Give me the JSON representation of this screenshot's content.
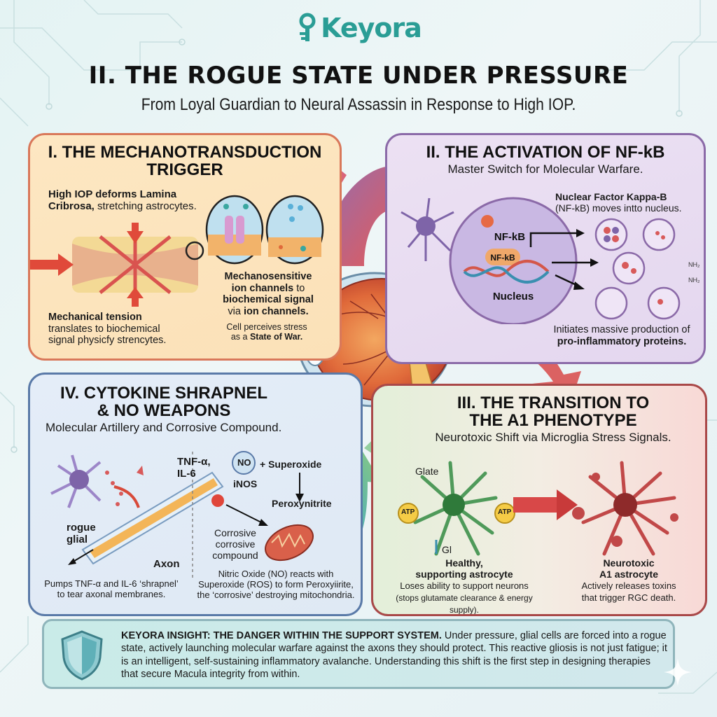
{
  "brand": {
    "name": "Keyora",
    "color": "#2a9d95"
  },
  "header": {
    "title": "II. THE ROGUE STATE UNDER PRESSURE",
    "subtitle": "From Loyal Guardian to Neural Assassin in Response to High IOP."
  },
  "panels": {
    "mechanotransduction": {
      "title_line1": "I. THE MECHANOTRANSDUCTION",
      "title_line2": "TRIGGER",
      "caption_top_bold": "High IOP deforms Lamina Cribrosa,",
      "caption_top_rest": "stretching astrocytes.",
      "caption_left_bold": "Mechanical tension",
      "caption_left_rest": "translates to biochemical signal physicfy strencytes.",
      "caption_right_line1": "Mechanosensitive",
      "caption_right_line2_bold": "ion channels",
      "caption_right_line2_rest": "to",
      "caption_right_line3": "biochemical signal",
      "caption_right_line4_pre": "via",
      "caption_right_line4_bold": "ion channels.",
      "caption_right_line5": "Cell perceives stress",
      "caption_right_line6_pre": "as a",
      "caption_right_line6_bold": "State of War.",
      "color": "#d9785a"
    },
    "nfkb": {
      "title": "II. THE ACTIVATION OF NF-kB",
      "subtitle": "Master Switch for Molecular Warfare.",
      "caption_top_bold": "Nuclear Factor Kappa-B",
      "caption_top_rest": "(NF-kB) moves intto nucleus.",
      "label_nfkb": "NF-kB",
      "label_nfkb_badge": "NF-kB",
      "label_nucleus": "Nucleus",
      "caption_bottom_line1": "Initiates massive production of",
      "caption_bottom_line2_bold": "pro-inflammatory proteins.",
      "chem_label_1": "NH₂",
      "chem_label_2": "NH₂",
      "color": "#8b6aa8"
    },
    "a1_transition": {
      "title_line1": "III. THE TRANSITION TO",
      "title_line2": "THE A1 PHENOTYPE",
      "subtitle": "Neurotoxic Shift via Microglia Stress Signals.",
      "label_glate": "Glate",
      "label_gl": "Gl",
      "label_atp_left": "ATP",
      "label_atp_right": "ATP",
      "healthy_title_line1": "Healthy,",
      "healthy_title_line2": "supporting astrocyte",
      "healthy_desc_line1": "Loses ability to support neurons",
      "healthy_desc_line2": "(stops glutamate clearance & energy supply).",
      "toxic_title_line1": "Neurotoxic",
      "toxic_title_line2": "A1 astrocyte",
      "toxic_desc_line1": "Actively releases toxins",
      "toxic_desc_line2": "that trigger RGC death.",
      "color_healthy": "#6fae6a",
      "color_toxic": "#a94848"
    },
    "cytokine": {
      "title_line1": "IV. CYTOKINE SHRAPNEL",
      "title_line2": "& NO WEAPONS",
      "subtitle": "Molecular Artillery and Corrosive Compound.",
      "label_tnf": "TNF-α,",
      "label_il6": "IL-6",
      "label_rogue_line1": "rogue",
      "label_rogue_line2": "glial",
      "label_axon": "Axon",
      "label_no": "NO",
      "label_superoxide": "+ Superoxide",
      "label_inos": "iNOS",
      "label_peroxynitrite": "Peroxynitrite",
      "label_corrosive_line1": "Corrosive",
      "label_corrosive_line2": "corrosive",
      "label_corrosive_line3": "compound",
      "caption_left_line1": "Pumps TNF-α and IL-6 ‘shrapnel’",
      "caption_left_line2": "to tear axonal membranes.",
      "caption_right_line1": "Nitric Oxide (NO) reacts with",
      "caption_right_line2": "Superoxide (ROS) to form Peroxyiirite,",
      "caption_right_line3": "the ‘corrosive’ destroying mitochondria.",
      "color": "#5a7aa8"
    }
  },
  "insight": {
    "lead": "KEYORA INSIGHT: THE DANGER WITHIN THE SUPPORT SYSTEM.",
    "body": "Under pressure, glial cells are forced into a rogue state, actively launching molecular warfare against the axons they should protect. This reactive gliosis is not just fatigue; it is an intelligent, self-sustaining inflammatory avalanche. Understanding this shift is the first step in designing therapies that secure Macula integrity from within.",
    "icon": "shield-icon"
  }
}
